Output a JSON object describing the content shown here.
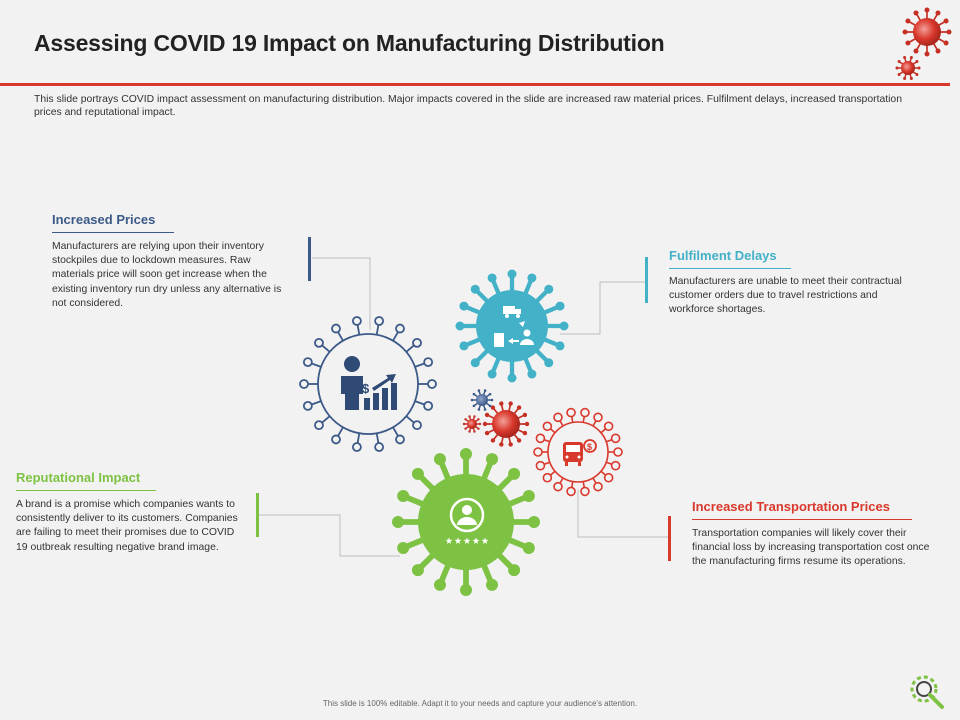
{
  "header": {
    "title": "Assessing COVID 19 Impact on Manufacturing Distribution",
    "subtitle": "This slide portrays COVID impact assessment on manufacturing distribution. Major impacts covered in the slide are increased raw material prices. Fulfilment delays, increased transportation prices and reputational impact."
  },
  "sections": {
    "increased_prices": {
      "title": "Increased Prices",
      "body": "Manufacturers are relying upon their inventory stockpiles due to lockdown measures. Raw materials price will soon get increase when the existing inventory run dry unless any alternative is not considered."
    },
    "fulfilment_delays": {
      "title": "Fulfilment Delays",
      "body": "Manufacturers are unable to meet their contractual customer orders due to travel restrictions and workforce shortages."
    },
    "reputational_impact": {
      "title": "Reputational Impact",
      "body": "A brand is a promise which companies wants to consistently deliver to its customers. Companies are failing to meet their promises due to COVID 19 outbreak resulting negative brand image."
    },
    "transportation_prices": {
      "title": "Increased Transportation Prices",
      "body": "Transportation companies will likely cover their financial loss by increasing transportation cost once the manufacturing firms resume its operations."
    }
  },
  "footer": {
    "note": "This slide is 100% editable. Adapt it to your needs and capture your audience's attention."
  },
  "icons": {
    "virus_top_large": "virus-icon",
    "virus_top_small": "virus-icon",
    "prices_gear": "businessman-chart-icon",
    "fulfilment_gear": "delivery-truck-factory-icon",
    "reputation_gear": "user-rating-stars-icon",
    "transport_gear": "bus-dollar-icon",
    "footer_logo": "gear-search-icon"
  },
  "colors": {
    "accent_red": "#d9382c",
    "prices_navy": "#3c5a88",
    "fulfilment_teal": "#43b1c7",
    "reputation_green": "#7ec244",
    "transport_red": "#d9382c"
  }
}
